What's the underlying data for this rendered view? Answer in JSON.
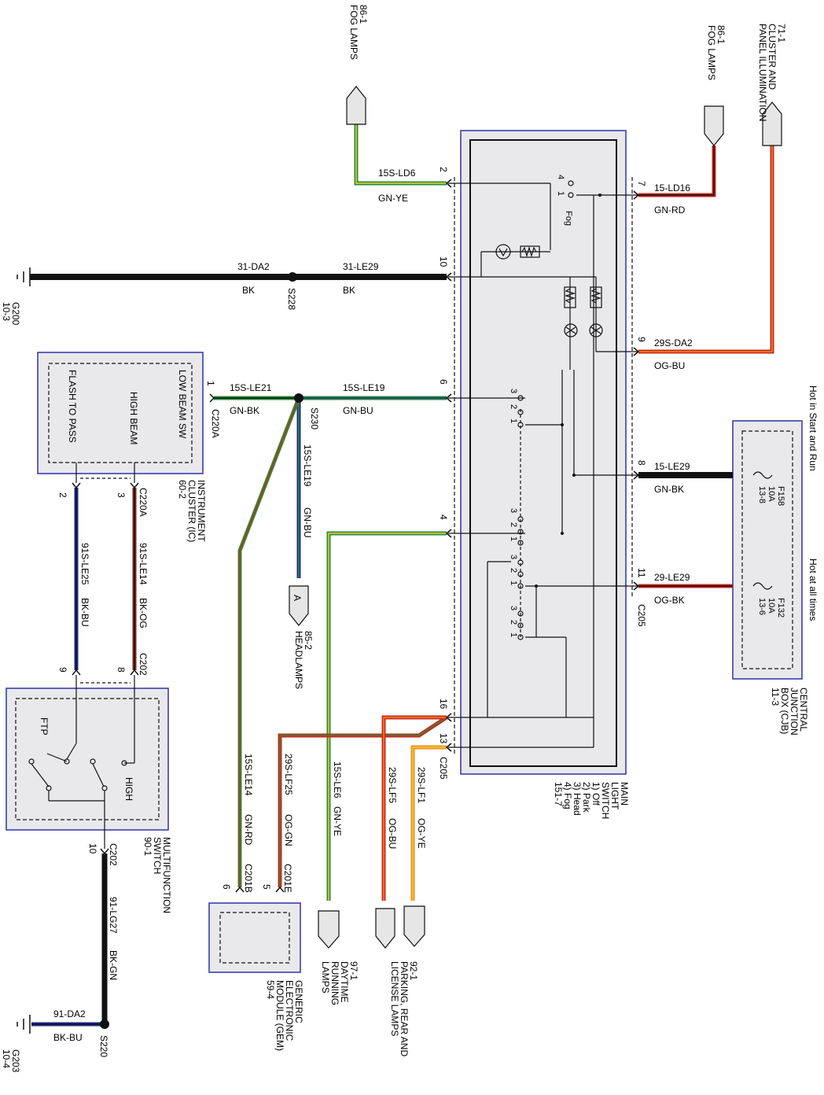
{
  "colors": {
    "black": "#111111",
    "green": "#2e8b3a",
    "yellow": "#e8d43a",
    "red": "#c8281e",
    "orange": "#f08c1e",
    "blue": "#1e2a8c",
    "brown": "#7a2a1a",
    "box_border": "#3a3fb0",
    "box_fill": "#e9e9eb"
  },
  "components": {
    "main_light_switch": {
      "lines": [
        "MAIN",
        "LIGHT",
        "SWITCH",
        "1) Off",
        "2) Park",
        "3) Head",
        "4) Fog",
        "151-7"
      ],
      "connector_top": "C205",
      "connector_bottom": "C205",
      "fog_label": "Fog"
    },
    "central_junction_box": {
      "lines": [
        "CENTRAL",
        "JUNCTION",
        "BOX (CJB)",
        "11-3"
      ],
      "hot_start_run": "Hot in Start and Run",
      "hot_all_times": "Hot at all times",
      "fuse_a": [
        "F158",
        "10A",
        "13-8"
      ],
      "fuse_b": [
        "F132",
        "10A",
        "13-6"
      ]
    },
    "instrument_cluster": {
      "lines": [
        "INSTRUMENT",
        "CLUSTER (IC)",
        "60-2"
      ],
      "low_beam": "LOW BEAM SW",
      "high_beam": "HIGH BEAM",
      "flash_to_pass": "FLASH TO PASS",
      "connector_a": "C220A",
      "connector_b": "C220A"
    },
    "multifunction_switch": {
      "lines": [
        "MULTIFUNCTION",
        "SWITCH",
        "90-1"
      ],
      "ftp": "FTP",
      "high": "HIGH",
      "connector_top": "C202",
      "connector_bottom": "C202"
    },
    "gem": {
      "lines": [
        "GENERIC",
        "ELECTRONIC",
        "MODULE (GEM)",
        "59-4"
      ],
      "connector_a": "C201B",
      "connector_b": "C201E"
    }
  },
  "destinations": {
    "fog_lamps_left": [
      "86-1",
      "FOG LAMPS"
    ],
    "fog_lamps_right": [
      "86-1",
      "FOG LAMPS"
    ],
    "cluster_panel": [
      "71-1",
      "CLUSTER AND",
      "PANEL ILLUMINATION"
    ],
    "headlamps": [
      "85-2",
      "HEADLAMPS"
    ],
    "headlamps_marker": "A",
    "drl": [
      "97-1",
      "DAYTIME",
      "RUNNING",
      "LAMPS"
    ],
    "parking": [
      "92-1",
      "PARKING, REAR AND",
      "LICENSE LAMPS"
    ]
  },
  "grounds": {
    "g200": [
      "G200",
      "10-3"
    ],
    "g203": [
      "G203",
      "10-4"
    ]
  },
  "splices": {
    "s228": "S228",
    "s230": "S230",
    "s220": "S220"
  },
  "wires": {
    "w_15S_LD6": [
      "15S-LD6",
      "GN-YE"
    ],
    "w_15_LD16": [
      "15-LD16",
      "GN-RD"
    ],
    "w_31_DA2": [
      "31-DA2",
      "BK"
    ],
    "w_31_LE29": [
      "31-LE29",
      "BK"
    ],
    "w_29S_DA2": [
      "29S-DA2",
      "OG-BU"
    ],
    "w_15S_LE21": [
      "15S-LE21",
      "GN-BK"
    ],
    "w_15S_LE19": [
      "15S-LE19",
      "GN-BU"
    ],
    "w_15S_LE19_v": [
      "15S-LE19",
      "GN-BU"
    ],
    "w_15_LE29": [
      "15-LE29",
      "GN-BK"
    ],
    "w_29_LE29": [
      "29-LE29",
      "OG-BK"
    ],
    "w_91S_LE25": [
      "91S-LE25",
      "BK-BU"
    ],
    "w_91S_LE14": [
      "91S-LE14",
      "BK-OG"
    ],
    "w_91_LG27": [
      "91-LG27",
      "BK-GN"
    ],
    "w_91_DA2": [
      "91-DA2",
      "BK-BU"
    ],
    "w_15S_LE14": [
      "15S-LE14",
      "GN-RD"
    ],
    "w_29S_LF25": [
      "29S-LF25",
      "OG-GN"
    ],
    "w_15S_LE6": [
      "15S-LE6",
      "GN-YE"
    ],
    "w_29S_LF5": [
      "29S-LF5",
      "OG-BU"
    ],
    "w_29S_LF1": [
      "29S-LF1",
      "OG-YE"
    ]
  },
  "pins": {
    "mls_2": "2",
    "mls_10": "10",
    "mls_6": "6",
    "mls_4": "4",
    "mls_16": "16",
    "mls_13": "13",
    "mls_7": "7",
    "mls_9": "9",
    "mls_8": "8",
    "mls_11": "11",
    "ic_1": "1",
    "ic_2": "2",
    "ic_3": "3",
    "mfs_9": "9",
    "mfs_8": "8",
    "mfs_10": "10",
    "gem_6": "6",
    "gem_5": "5",
    "sw_4": "4",
    "sw_1a": "1",
    "sw_3a": "3",
    "sw_2a": "2",
    "sw_1b": "1",
    "sw_3b": "3",
    "sw_2b": "2",
    "sw_1c": "1",
    "sw_3c": "3",
    "sw_2c": "2",
    "sw_1d": "1",
    "sw_3d": "3",
    "sw_2d": "2",
    "sw_1e": "1"
  }
}
